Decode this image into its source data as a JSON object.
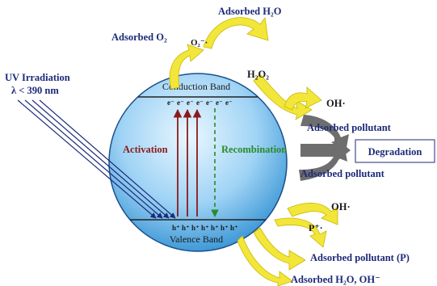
{
  "uv": {
    "line1": "UV Irradiation",
    "line2": "λ < 390 nm"
  },
  "bands": {
    "conduction": "Conduction Band",
    "valence": "Valence Band",
    "electron": "e⁻",
    "hole": "h⁺"
  },
  "processes": {
    "activation": "Activation",
    "recombination": "Recombination"
  },
  "species": {
    "adsorbed_o2": "Adsorbed O₂",
    "superoxide": "O₂⁻·",
    "adsorbed_h2o_top": "Adsorbed H₂O",
    "h2o2": "H₂O₂",
    "oh_upper": "OH·",
    "adsorbed_pollutant_1": "Adsorbed pollutant",
    "adsorbed_pollutant_2": "Adsorbed pollutant",
    "degradation": "Degradation",
    "oh_lower": "OH·",
    "p_radical": "P⁺·",
    "adsorbed_pollutant_p": "Adsorbed pollutant (P)",
    "adsorbed_h2o_oh": "Adsorbed H₂O, OH⁻"
  },
  "colors": {
    "sphere_light": "#dff2ff",
    "sphere_dark": "#2f9fe0",
    "navy_text": "#1c2a78",
    "yellow_arrow": "#f2e63a",
    "yellow_edge": "#c9b800",
    "gray_arrow": "#6e6e6e",
    "activation": "#8b1a1a",
    "recombination": "#2a8a2a"
  }
}
